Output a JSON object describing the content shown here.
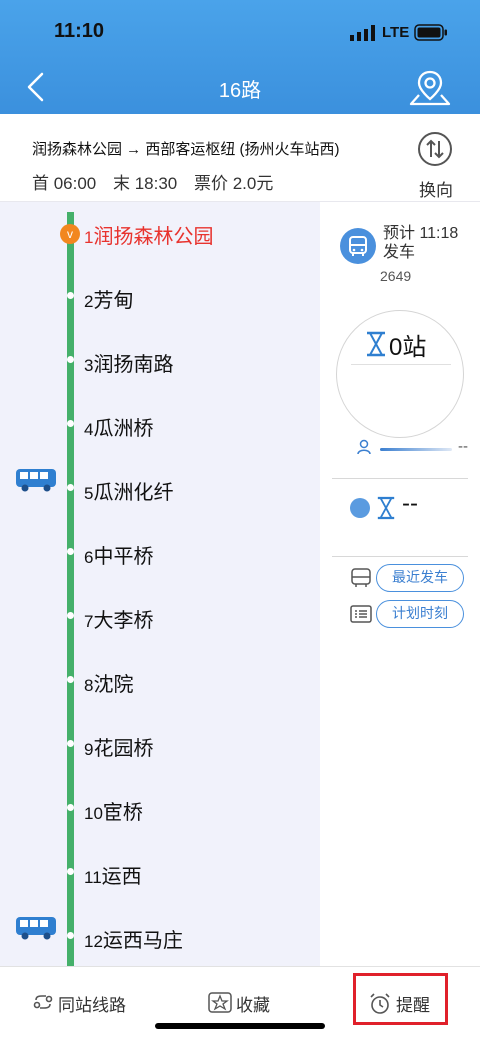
{
  "status_bar": {
    "time": "11:10",
    "network": "LTE"
  },
  "nav": {
    "title": "16路"
  },
  "route": {
    "direction": "润扬森林公园 → 西部客运枢纽 (扬州火车站西)",
    "first": "首 06:00",
    "last": "末 18:30",
    "fare": "票价 2.0元",
    "swap_label": "换向"
  },
  "stops": [
    {
      "num": "1",
      "name": "润扬森林公园"
    },
    {
      "num": "2",
      "name": "芳甸"
    },
    {
      "num": "3",
      "name": "润扬南路"
    },
    {
      "num": "4",
      "name": "瓜洲桥"
    },
    {
      "num": "5",
      "name": "瓜洲化纤"
    },
    {
      "num": "6",
      "name": "中平桥"
    },
    {
      "num": "7",
      "name": "大李桥"
    },
    {
      "num": "8",
      "name": "沈院"
    },
    {
      "num": "9",
      "name": "花园桥"
    },
    {
      "num": "10",
      "name": "宦桥"
    },
    {
      "num": "11",
      "name": "运西"
    },
    {
      "num": "12",
      "name": "运西马庄"
    }
  ],
  "start_marker": "v",
  "panel": {
    "depart_line1": "预计 11:18",
    "depart_line2": "发车",
    "bus_id": "2649",
    "stations_away": "0站",
    "crowd_value": "--",
    "next_value": "--",
    "recent_label": "最近发车",
    "schedule_label": "计划时刻"
  },
  "tabs": {
    "same_station": "同站线路",
    "favorite": "收藏",
    "remind": "提醒"
  },
  "colors": {
    "header": "#3b90dd",
    "line": "#45b06a",
    "current_stop": "#e8332e",
    "start_marker": "#f2871f",
    "accent": "#4a90dd",
    "highlight": "#e0202a"
  }
}
